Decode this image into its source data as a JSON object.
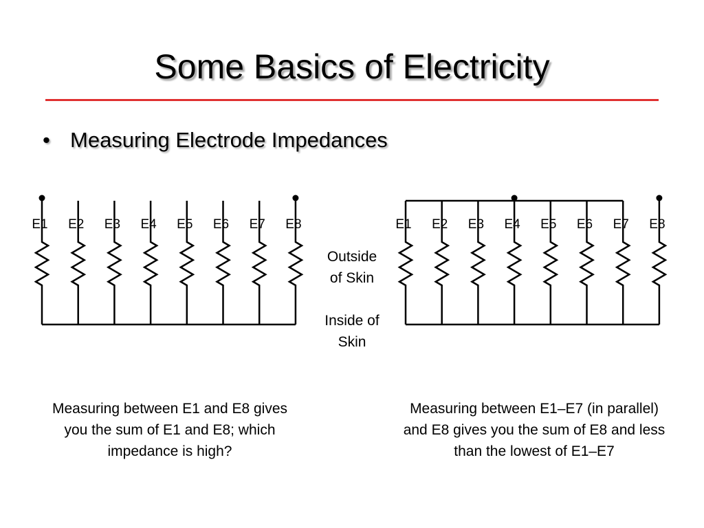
{
  "slide": {
    "title": "Some Basics of Electricity",
    "bullet_symbol": "•",
    "bullet_text": "Measuring Electrode Impedances",
    "accent_color": "#e03030"
  },
  "electrodes": [
    "E1",
    "E2",
    "E3",
    "E4",
    "E5",
    "E6",
    "E7",
    "E8"
  ],
  "skin": {
    "outside": [
      "Outside",
      "of Skin"
    ],
    "inside": [
      "Inside of",
      "Skin"
    ]
  },
  "captions": {
    "left": [
      "Measuring between E1 and E8 gives",
      "you the sum of E1 and E8; which",
      "impedance is high?"
    ],
    "right": [
      "Measuring between E1–E7 (in parallel)",
      "and E8 gives you the sum of E8 and less",
      "than the lowest of E1–E7"
    ]
  }
}
